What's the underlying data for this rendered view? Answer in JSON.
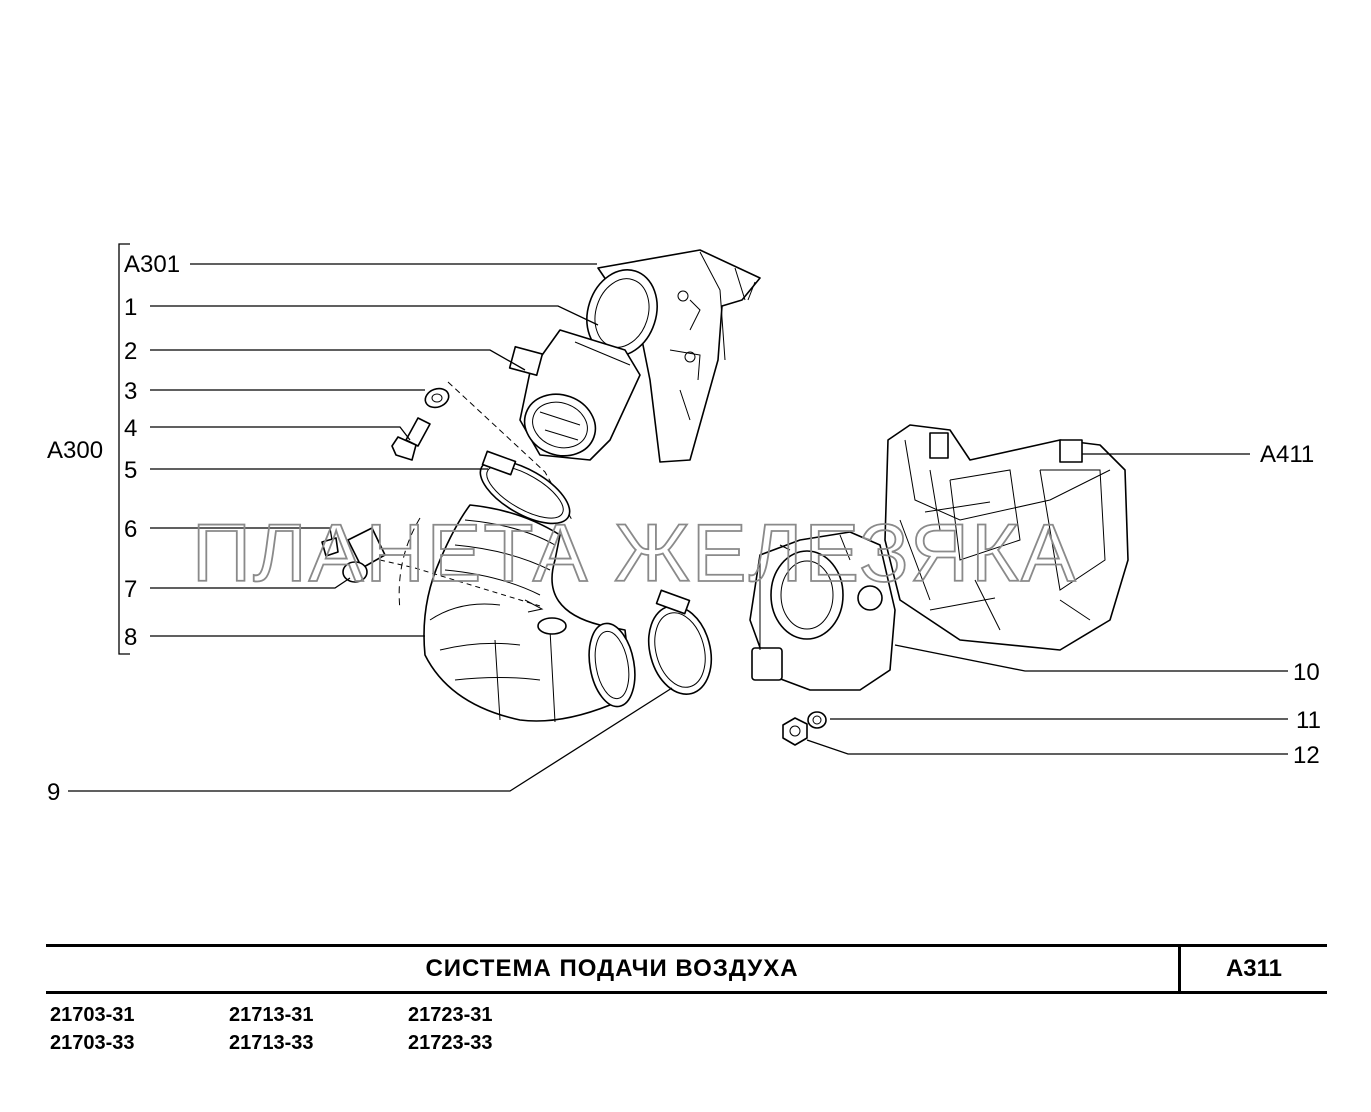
{
  "callouts": {
    "a301": "А301",
    "c1": "1",
    "c2": "2",
    "c3": "3",
    "c4": "4",
    "a300": "А300",
    "c5": "5",
    "c6": "6",
    "c7": "7",
    "c8": "8",
    "c9": "9",
    "a411": "А411",
    "c10": "10",
    "c11": "11",
    "c12": "12"
  },
  "watermark": "ПЛАНЕТА ЖЕЛЕЗЯКА",
  "title_block": {
    "title": "СИСТЕМА   ПОДАЧИ   ВОЗДУХА",
    "code": "А311"
  },
  "models": [
    "21703-31",
    "21713-31",
    "21723-31",
    "21703-33",
    "21713-33",
    "21723-33"
  ]
}
